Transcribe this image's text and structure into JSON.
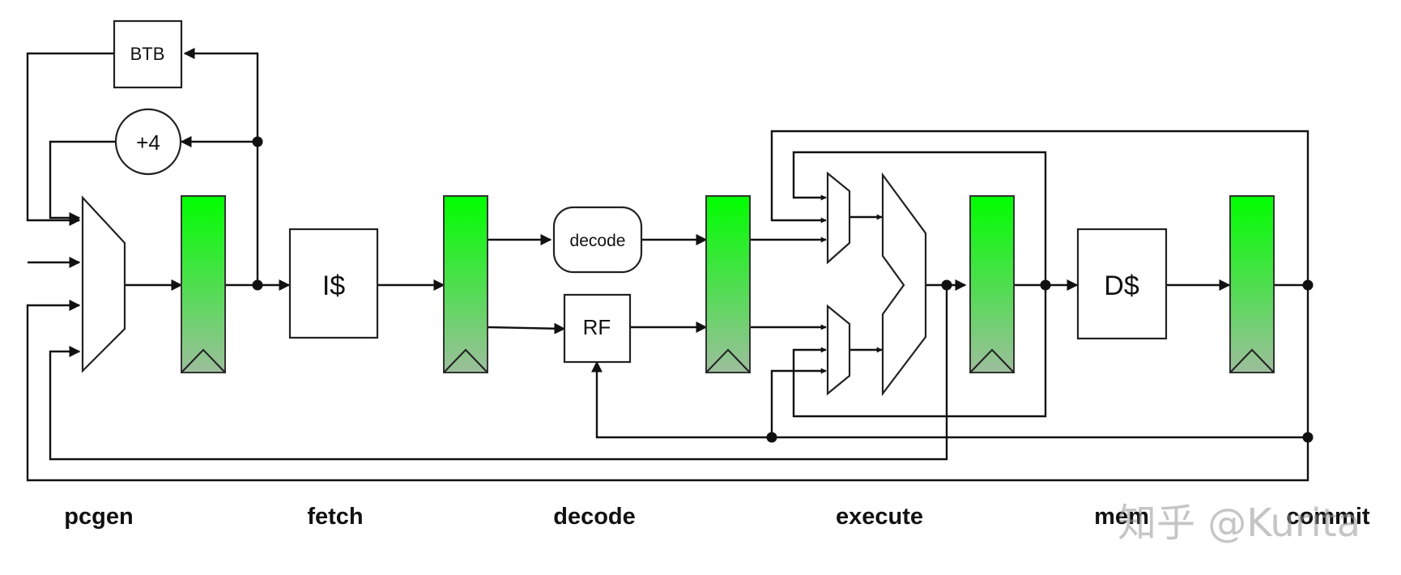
{
  "blocks": {
    "btb": "BTB",
    "plus4": "+4",
    "icache": "I$",
    "decode": "decode",
    "rf": "RF",
    "dcache": "D$"
  },
  "stages": {
    "pcgen": "pcgen",
    "fetch": "fetch",
    "decode": "decode",
    "execute": "execute",
    "mem": "mem",
    "commit": "commit"
  },
  "watermark": "知乎 @Kurita",
  "colors": {
    "register_top": "#00ff00",
    "register_bottom": "#9dbe9d",
    "wire": "#111111"
  }
}
